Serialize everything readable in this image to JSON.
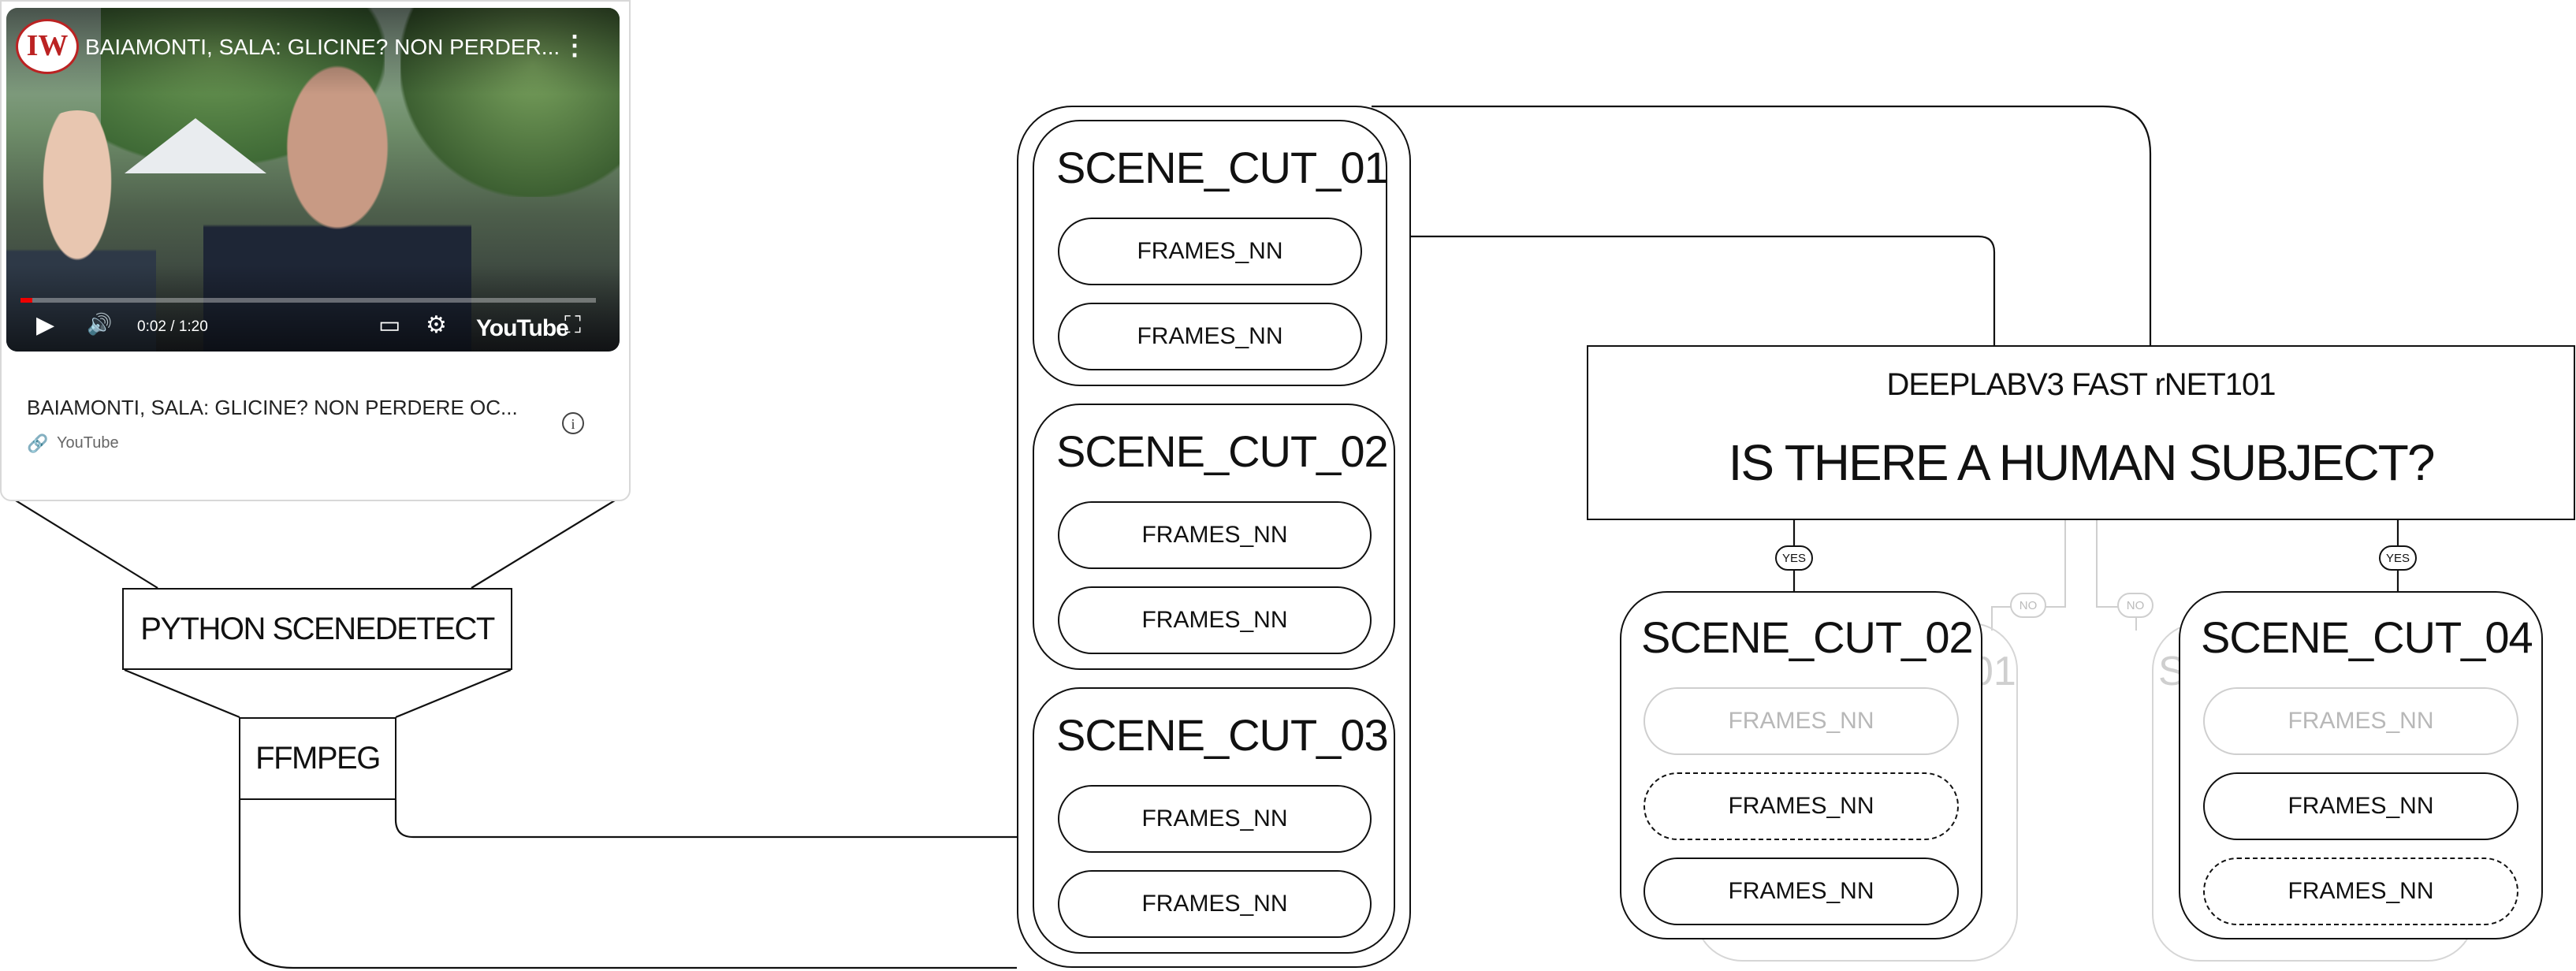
{
  "video_card": {
    "logo_text": "IW",
    "video_title": "BAIAMONTI, SALA: GLICINE? NON PERDER...",
    "kebab_glyph": "⋮",
    "time": "0:02 / 1:20",
    "progress": 0.02,
    "brand": "YouTube",
    "caption": "BAIAMONTI, SALA: GLICINE? NON PERDERE OC...",
    "source": "YouTube",
    "info_glyph": "i",
    "link_glyph": "🔗",
    "controls": {
      "play": "▶",
      "volume": "🔊",
      "subtitles": "▭",
      "settings": "⚙",
      "fullscreen": "⛶"
    }
  },
  "pipeline": {
    "scenedetect_label": "PYTHON SCENEDETECT",
    "ffmpeg_label": "FFMPEG"
  },
  "scenes": [
    {
      "title": "SCENE_CUT_01",
      "frames": [
        "FRAMES_NN",
        "FRAMES_NN"
      ]
    },
    {
      "title": "SCENE_CUT_02",
      "frames": [
        "FRAMES_NN",
        "FRAMES_NN"
      ]
    },
    {
      "title": "SCENE_CUT_03",
      "frames": [
        "FRAMES_NN",
        "FRAMES_NN"
      ]
    }
  ],
  "classifier": {
    "model": "DEEPLABV3 FAST rNET101",
    "question": "IS THERE A HUMAN SUBJECT?"
  },
  "branches": {
    "yes_label": "YES",
    "no_label": "NO",
    "ghost_left_fragment": "01",
    "ghost_right_fragment": "S",
    "result_left": {
      "title": "SCENE_CUT_02",
      "frames": [
        "FRAMES_NN",
        "FRAMES_NN",
        "FRAMES_NN"
      ]
    },
    "result_right": {
      "title": "SCENE_CUT_04",
      "frames": [
        "FRAMES_NN",
        "FRAMES_NN",
        "FRAMES_NN"
      ]
    }
  }
}
